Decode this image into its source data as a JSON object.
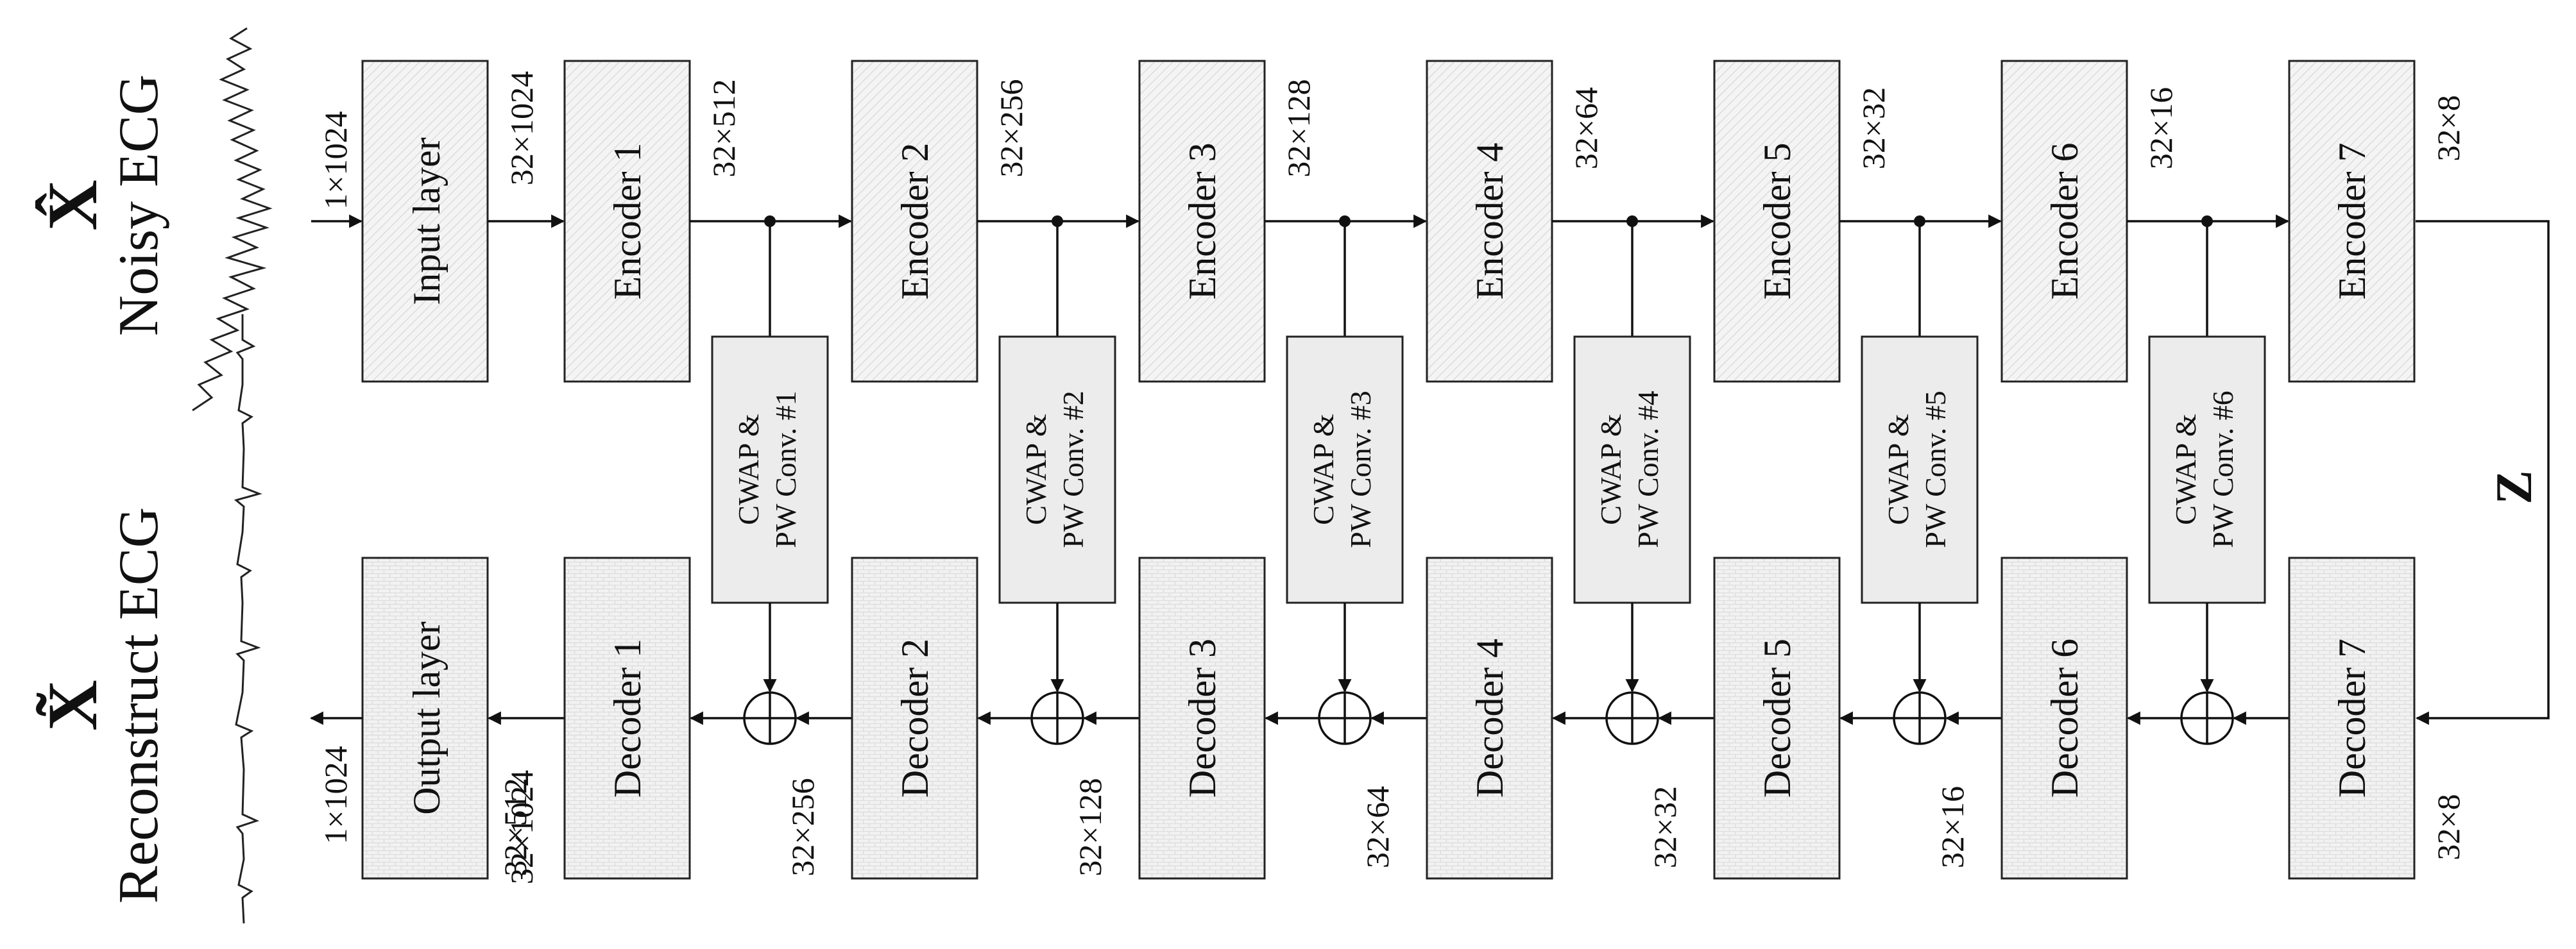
{
  "inputs": {
    "noisy_symbol": "X̂",
    "noisy_label": "Noisy ECG",
    "recon_symbol": "X̃",
    "recon_label": "Reconstruct ECG"
  },
  "input_layer": {
    "label": "Input layer",
    "in_dim": "1×1024",
    "out_dim": "32×1024"
  },
  "output_layer": {
    "label": "Output layer",
    "out_dim": "1×1024",
    "in_dim": "32×1024"
  },
  "encoders": [
    {
      "label": "Encoder 1",
      "out_dim": "32×512"
    },
    {
      "label": "Encoder 2",
      "out_dim": "32×256"
    },
    {
      "label": "Encoder 3",
      "out_dim": "32×128"
    },
    {
      "label": "Encoder 4",
      "out_dim": "32×64"
    },
    {
      "label": "Encoder 5",
      "out_dim": "32×32"
    },
    {
      "label": "Encoder 6",
      "out_dim": "32×16"
    },
    {
      "label": "Encoder 7",
      "out_dim": "32×8"
    }
  ],
  "decoders": [
    {
      "label": "Decoder 1",
      "out_dim": "32×512"
    },
    {
      "label": "Decoder 2",
      "out_dim": "32×256"
    },
    {
      "label": "Decoder 3",
      "out_dim": "32×128"
    },
    {
      "label": "Decoder 4",
      "out_dim": "32×64"
    },
    {
      "label": "Decoder 5",
      "out_dim": "32×32"
    },
    {
      "label": "Decoder 6",
      "out_dim": "32×16"
    },
    {
      "label": "Decoder 7",
      "out_dim": "32×8"
    }
  ],
  "skips": [
    {
      "line1": "CWAP &",
      "line2": "PW Conv. #1"
    },
    {
      "line1": "CWAP &",
      "line2": "PW Conv. #2"
    },
    {
      "line1": "CWAP &",
      "line2": "PW Conv. #3"
    },
    {
      "line1": "CWAP &",
      "line2": "PW Conv. #4"
    },
    {
      "line1": "CWAP &",
      "line2": "PW Conv. #5"
    },
    {
      "line1": "CWAP &",
      "line2": "PW Conv. #6"
    }
  ],
  "latent": {
    "label": "Z"
  },
  "colors": {
    "block_fill": "#f3f3f3",
    "skip_fill": "#ececec",
    "line": "#111111"
  }
}
